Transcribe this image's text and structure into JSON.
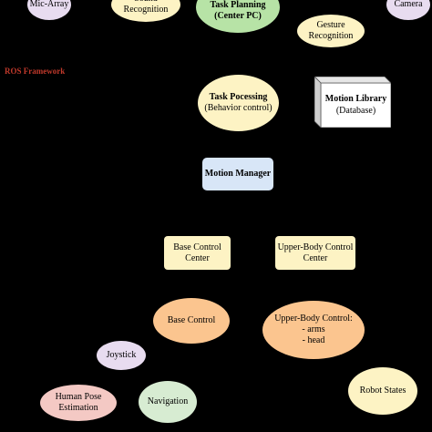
{
  "framework_label": "ROS Framework",
  "nodes": {
    "mic_array": "Mic-Array",
    "sound_recognition": "Sound\nRecognition",
    "task_planning": "Task Planning\n(Center PC)",
    "camera": "Camera",
    "gesture_recognition": "Gesture\nRecognition",
    "task_processing": {
      "title": "Task Pocessing",
      "subtitle": "(Behavior control)"
    },
    "motion_library": {
      "title": "Motion Library",
      "subtitle": "(Database)"
    },
    "motion_manager": "Motion Manager",
    "base_control_center": "Base Control\nCenter",
    "upper_body_control_center": "Upper-Body Control\nCenter",
    "base_control": "Base Control",
    "upper_body_control": "Upper-Body Control:\n- arms\n- head",
    "joystick": "Joystick",
    "human_pose_estimation": "Human Pose\nEstimation",
    "navigation": "Navigation",
    "robot_states": "Robot States"
  },
  "colors": {
    "background": "#000000",
    "lavender": "#e8dcf0",
    "pale_yellow": "#fdf3c4",
    "green": "#b7e3a6",
    "light_blue": "#d8e6f7",
    "orange": "#fbc58f",
    "pink": "#f4c9c4",
    "mint": "#d7ecd2",
    "framework_red": "#c0392b"
  }
}
